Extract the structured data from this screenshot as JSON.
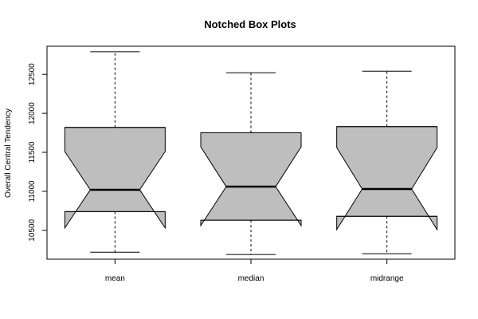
{
  "chart_data": {
    "type": "notched-boxplot",
    "title": "Notched Box Plots",
    "xlabel": "",
    "ylabel": "Overall Central Tendency",
    "ylim": [
      10130,
      12860
    ],
    "yticks": [
      10500,
      11000,
      11500,
      12000,
      12500
    ],
    "categories": [
      "mean",
      "median",
      "midrange"
    ],
    "boxes": [
      {
        "name": "mean",
        "whisker_low": 10220,
        "q1": 10740,
        "median": 11020,
        "q3": 11820,
        "whisker_high": 12790,
        "notch_low": 10530,
        "notch_high": 11510
      },
      {
        "name": "median",
        "whisker_low": 10190,
        "q1": 10630,
        "median": 11060,
        "q3": 11750,
        "whisker_high": 12520,
        "notch_low": 10560,
        "notch_high": 11570
      },
      {
        "name": "midrange",
        "whisker_low": 10200,
        "q1": 10680,
        "median": 11030,
        "q3": 11830,
        "whisker_high": 12540,
        "notch_low": 10510,
        "notch_high": 11560
      }
    ],
    "box_fill": "#bebebe",
    "grid": false
  }
}
